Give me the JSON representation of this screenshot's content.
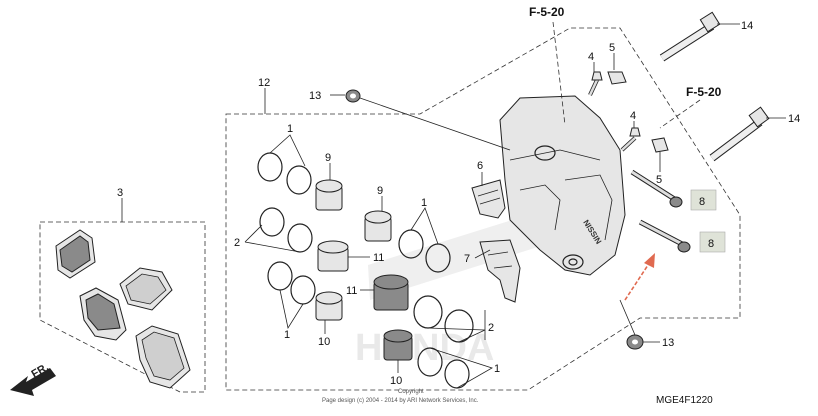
{
  "refs": {
    "f520_top": "F-5-20",
    "f520_right": "F-5-20",
    "p1_a": "1",
    "p1_b": "1",
    "p1_c": "1",
    "p1_d": "1",
    "p2_a": "2",
    "p2_b": "2",
    "p3": "3",
    "p4_a": "4",
    "p4_b": "4",
    "p5_a": "5",
    "p5_b": "5",
    "p6": "6",
    "p7": "7",
    "p8_a": "8",
    "p8_b": "8",
    "p9_a": "9",
    "p9_b": "9",
    "p10_a": "10",
    "p10_b": "10",
    "p11_a": "11",
    "p11_b": "11",
    "p12": "12",
    "p13_a": "13",
    "p13_b": "13",
    "p14_a": "14",
    "p14_b": "14"
  },
  "direction_label": "FR.",
  "caliper_brand": "NISSIN",
  "watermark": "HONDA",
  "copyright_line1": "Copyright",
  "copyright_line2": "Page design (c) 2004 - 2014 by ARI Network Services, Inc.",
  "diagram_code": "MGE4F1220",
  "colors": {
    "arrow": "#e06a50",
    "badge": "#dfe3d8"
  }
}
